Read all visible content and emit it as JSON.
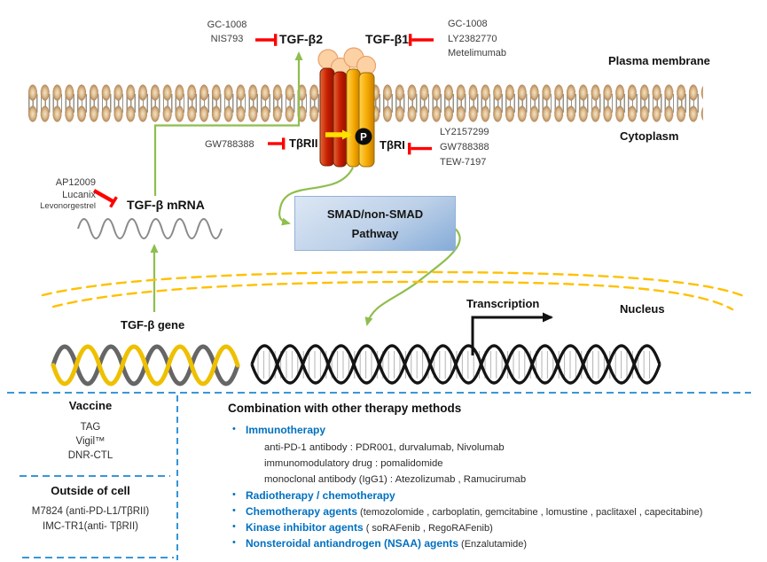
{
  "labels": {
    "plasma_membrane": "Plasma membrane",
    "cytoplasm": "Cytoplasm",
    "nucleus": "Nucleus",
    "transcription": "Transcription",
    "gene": "TGF-β gene",
    "mrna": "TGF-β mRNA",
    "tgfb2": "TGF-β2",
    "tgfb1": "TGF-β1",
    "tbr2": "TβRII",
    "tbr1": "TβRI",
    "phospho": "P",
    "smad_line1": "SMAD/non-SMAD",
    "smad_line2": "Pathway"
  },
  "inhibitors": {
    "tgfb2": [
      "GC-1008",
      "NIS793"
    ],
    "tgfb1": [
      "GC-1008",
      "LY2382770",
      "Metelimumab"
    ],
    "tbr2": [
      "GW788388"
    ],
    "tbr1": [
      "LY2157299",
      "GW788388",
      "TEW-7197"
    ],
    "mrna": [
      "AP12009",
      "Lucanix",
      "Levonorgestrel"
    ]
  },
  "bottom_left": {
    "vaccine_title": "Vaccine",
    "vaccine_items": [
      "TAG",
      "Vigil™",
      "DNR-CTL"
    ],
    "outside_title": "Outside of cell",
    "outside_items": [
      "M7824 (anti-PD-L1/TβRII)",
      "IMC-TR1(anti- TβRII)"
    ]
  },
  "combination": {
    "title": "Combination with other therapy methods",
    "bullet": "•",
    "items": [
      {
        "head": "Immunotherapy",
        "tail": ""
      },
      {
        "head": "Radiotherapy / chemotherapy",
        "tail": ""
      },
      {
        "head": "Chemotherapy agents",
        "tail": "(temozolomide , carboplatin,  gemcitabine , lomustine , paclitaxel , capecitabine)"
      },
      {
        "head": "Kinase inhibitor agents",
        "tail": "( soRAFenib , RegoRAFenib)"
      },
      {
        "head": "Nonsteroidal antiandrogen (NSAA) agents",
        "tail": "(Enzalutamide)"
      }
    ],
    "immunotherapy_sub": [
      "anti-PD-1 antibody : PDR001,  durvalumab,  Nivolumab",
      "immunomodulatory  drug : pomalidomide",
      "monoclonal  antibody (IgG1)  : Atezolizumab , Ramucirumab"
    ]
  },
  "colors": {
    "accent_blue": "#0070c0",
    "inhibit_red": "#ff0000",
    "pathway_green": "#8fbe4d",
    "nuclear_envelope_yellow": "#ffc000",
    "panel_dash_blue": "#1e88d2",
    "membrane_tan": "#ddbd90"
  }
}
